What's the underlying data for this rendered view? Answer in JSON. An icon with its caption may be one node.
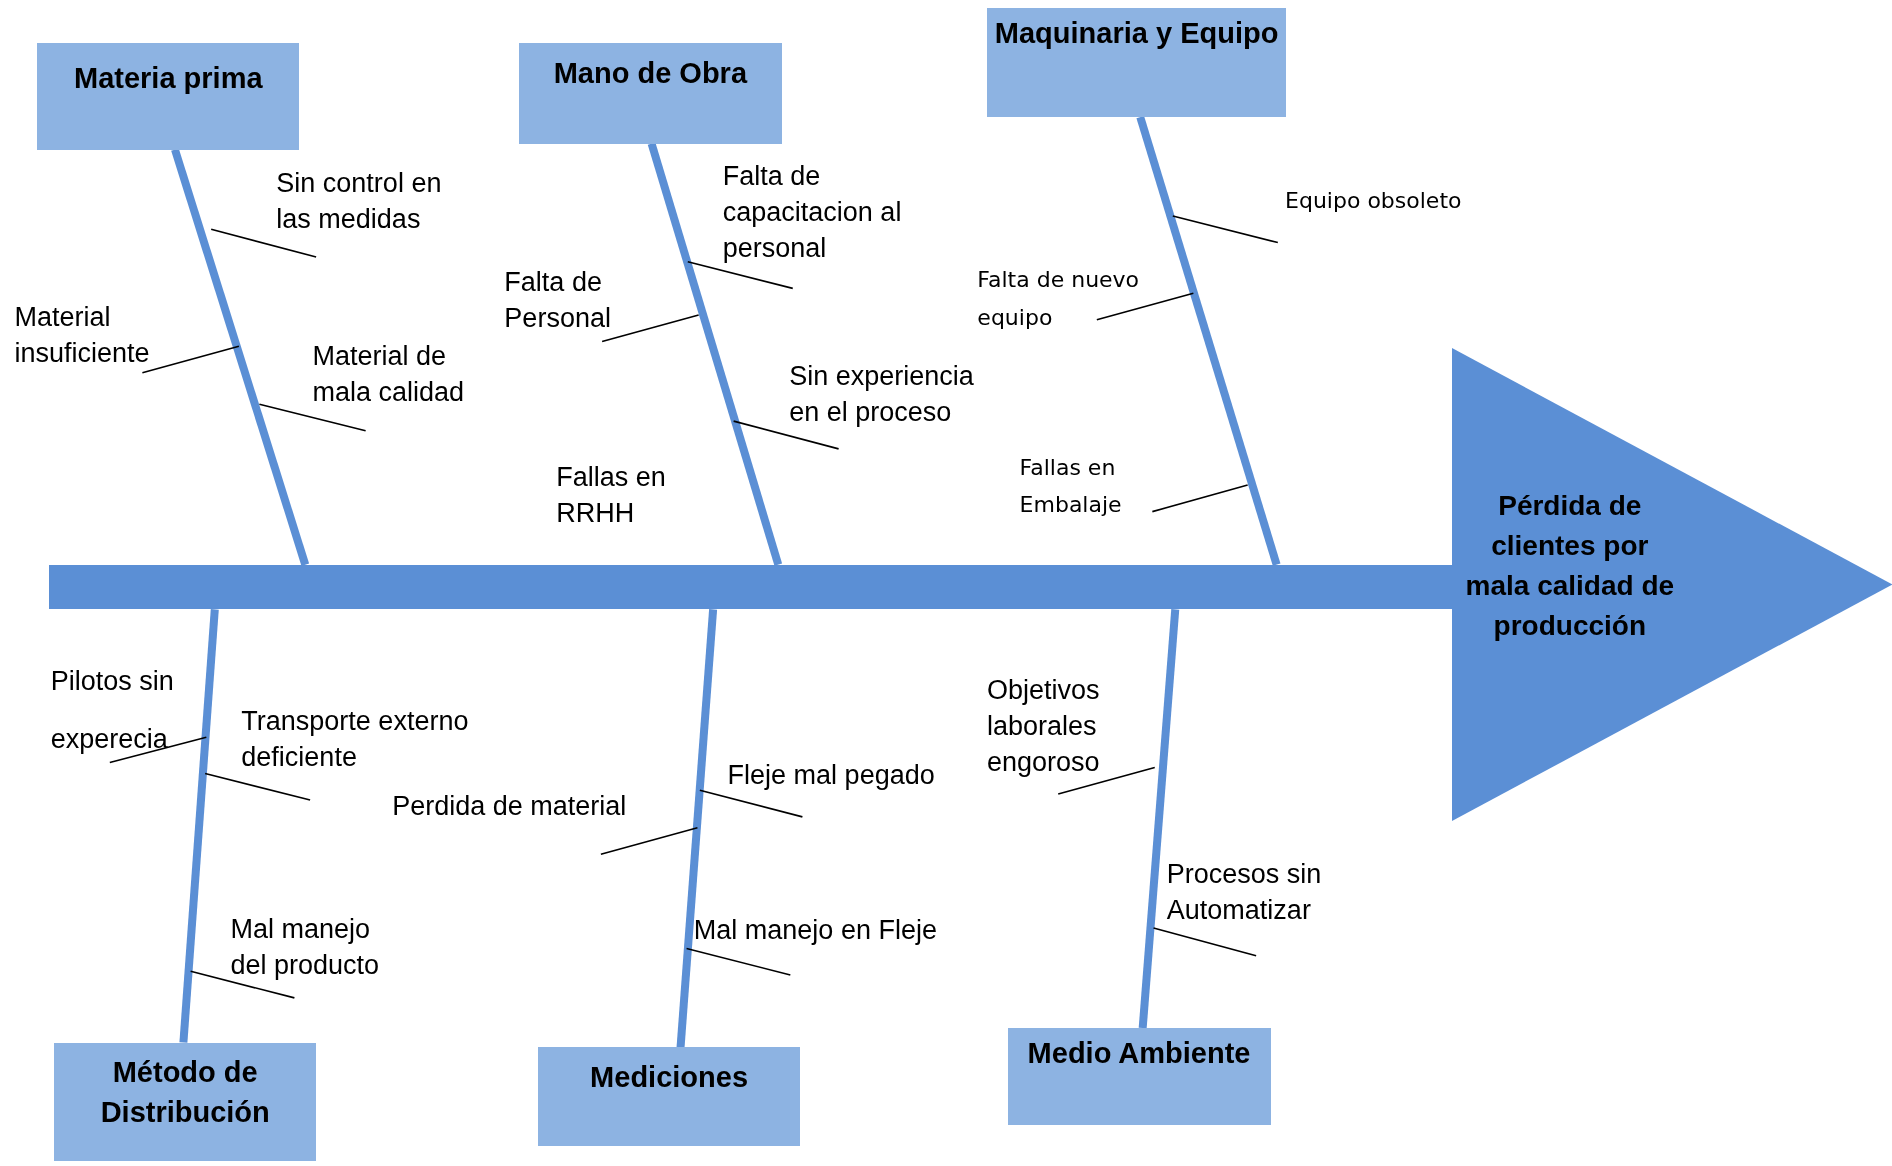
{
  "diagram": {
    "nodes": [
      {
        "text": [
          "Materia prima"
        ]
      },
      {
        "text": [
          "Mano de Obra"
        ]
      },
      {
        "text": [
          "Maquinaria y Equipo"
        ]
      },
      {
        "text": [
          "Sin control en las medidas"
        ]
      },
      {
        "text": [
          "Material insuficiente"
        ]
      },
      {
        "text": [
          "Material de mala calidad"
        ]
      },
      {
        "text": [
          "Falta de capacitacion al personal"
        ]
      },
      {
        "text": [
          "Falta de Personal"
        ]
      },
      {
        "text": [
          "Sin experiencia en el proceso"
        ]
      },
      {
        "text": [
          "Fallas en RRHH"
        ]
      },
      {
        "text": [
          "Equipo obsoleto"
        ]
      },
      {
        "text": [
          "Falta de nuevo equipo"
        ]
      },
      {
        "text": [
          "Fallas en Embalaje"
        ]
      },
      {
        "text": [],
        "shape": "bar"
      },
      {
        "text": [
          "Pérdida de clientes por mala calidad de producción"
        ]
      },
      {
        "text": [
          "Pilotos sin experecia"
        ]
      },
      {
        "text": [
          "Transporte externo deficiente"
        ]
      },
      {
        "text": [
          "Mal manejo del producto"
        ]
      },
      {
        "text": [
          "Perdida de material"
        ]
      },
      {
        "text": [
          "Fleje mal pegado"
        ]
      },
      {
        "text": [
          "Mal manejo en Fleje"
        ]
      },
      {
        "text": [
          "Objetivos laborales engoroso"
        ]
      },
      {
        "text": [
          "Procesos sin Automatizar"
        ]
      },
      {
        "text": [
          "Método de Distribución"
        ]
      },
      {
        "text": [
          "Mediciones"
        ]
      },
      {
        "text": [
          "Medio Ambiente"
        ]
      }
    ],
    "edges": [
      {
        "from": 0,
        "to": 13,
        "arrow": "none",
        "style": "thick",
        "color": "#5b8fd5"
      },
      {
        "from": 1,
        "to": 13,
        "arrow": "none",
        "style": "thick",
        "color": "#5b8fd5"
      },
      {
        "from": 2,
        "to": 13,
        "arrow": "none",
        "style": "thick",
        "color": "#5b8fd5"
      },
      {
        "from": 23,
        "to": 13,
        "arrow": "none",
        "style": "thick",
        "color": "#5b8fd5"
      },
      {
        "from": 24,
        "to": 13,
        "arrow": "none",
        "style": "thick",
        "color": "#5b8fd5"
      },
      {
        "from": 25,
        "to": 13,
        "arrow": "none",
        "style": "thick",
        "color": "#5b8fd5"
      },
      {
        "from": 3,
        "to": null,
        "arrow": "none"
      },
      {
        "from": 4,
        "to": null,
        "arrow": "none"
      },
      {
        "from": 5,
        "to": null,
        "arrow": "none"
      },
      {
        "from": 6,
        "to": null,
        "arrow": "none"
      },
      {
        "from": 7,
        "to": null,
        "arrow": "none"
      },
      {
        "from": 8,
        "to": null,
        "arrow": "none"
      },
      {
        "from": 10,
        "to": null,
        "arrow": "none"
      },
      {
        "from": 11,
        "to": null,
        "arrow": "none"
      },
      {
        "from": 12,
        "to": null,
        "arrow": "none"
      },
      {
        "from": 15,
        "to": null,
        "arrow": "none"
      },
      {
        "from": 16,
        "to": null,
        "arrow": "none"
      },
      {
        "from": 17,
        "to": null,
        "arrow": "none"
      },
      {
        "from": 18,
        "to": null,
        "arrow": "none"
      },
      {
        "from": 19,
        "to": null,
        "arrow": "none"
      },
      {
        "from": 20,
        "to": null,
        "arrow": "none"
      },
      {
        "from": 21,
        "to": null,
        "arrow": "none"
      },
      {
        "from": 22,
        "to": null,
        "arrow": "none"
      }
    ]
  }
}
